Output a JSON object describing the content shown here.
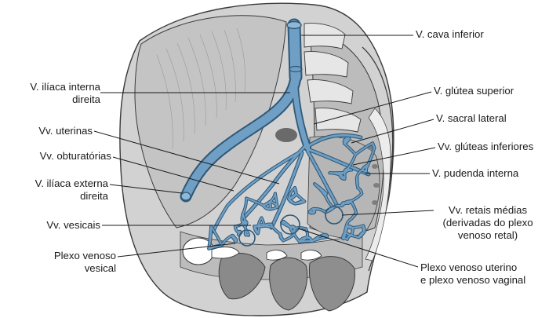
{
  "labels": {
    "cava": "V. cava inferior",
    "iliaca_interna_1": "V. ilíaca interna",
    "iliaca_interna_2": "direita",
    "uterinas": "Vv. uterinas",
    "obturatorias": "Vv. obturatórias",
    "iliaca_externa_1": "V. ilíaca externa",
    "iliaca_externa_2": "direita",
    "vesicais": "Vv. vesicais",
    "plexo_vesical_1": "Plexo venoso",
    "plexo_vesical_2": "vesical",
    "glutea_superior": "V. glútea superior",
    "sacral_lateral": "V. sacral lateral",
    "gluteas_inferiores": "Vv. glúteas inferiores",
    "pudenda_interna": "V. pudenda interna",
    "retais_1": "Vv. retais médias",
    "retais_2": "(derivadas do plexo",
    "retais_3": "venoso retal)",
    "plexo_uterino_1": "Plexo venoso uterino",
    "plexo_uterino_2": "e plexo venoso vaginal"
  },
  "colors": {
    "vein": "#6f9fc4",
    "vein_outline": "#2f5877",
    "bone": "#c9c9c9",
    "bone_light": "#e3e3e3",
    "bone_dark": "#a4a4a4",
    "outline": "#3a3a3a",
    "leader": "#1a1a1a"
  }
}
